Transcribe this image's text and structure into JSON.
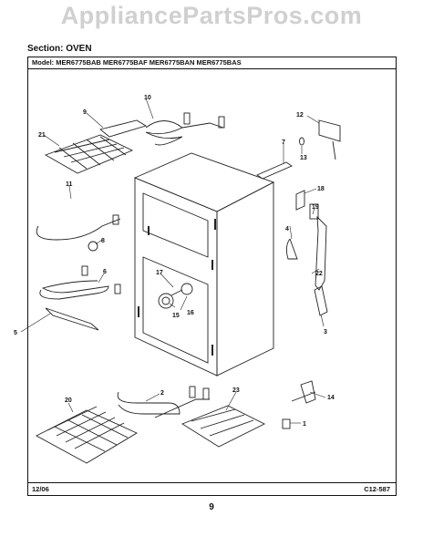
{
  "watermark": "AppliancePartsPros.com",
  "section_label": "Section:  OVEN",
  "model_label": "Model:   MER6775BAB MER6775BAF MER6775BAN MER6775BAS",
  "footer_date": "12/06",
  "footer_code": "C12-587",
  "page_number": "9",
  "callouts": [
    "1",
    "2",
    "3",
    "4",
    "5",
    "6",
    "7",
    "8",
    "9",
    "10",
    "11",
    "12",
    "13",
    "14",
    "15",
    "16",
    "17",
    "18",
    "19",
    "20",
    "21",
    "22",
    "23"
  ]
}
